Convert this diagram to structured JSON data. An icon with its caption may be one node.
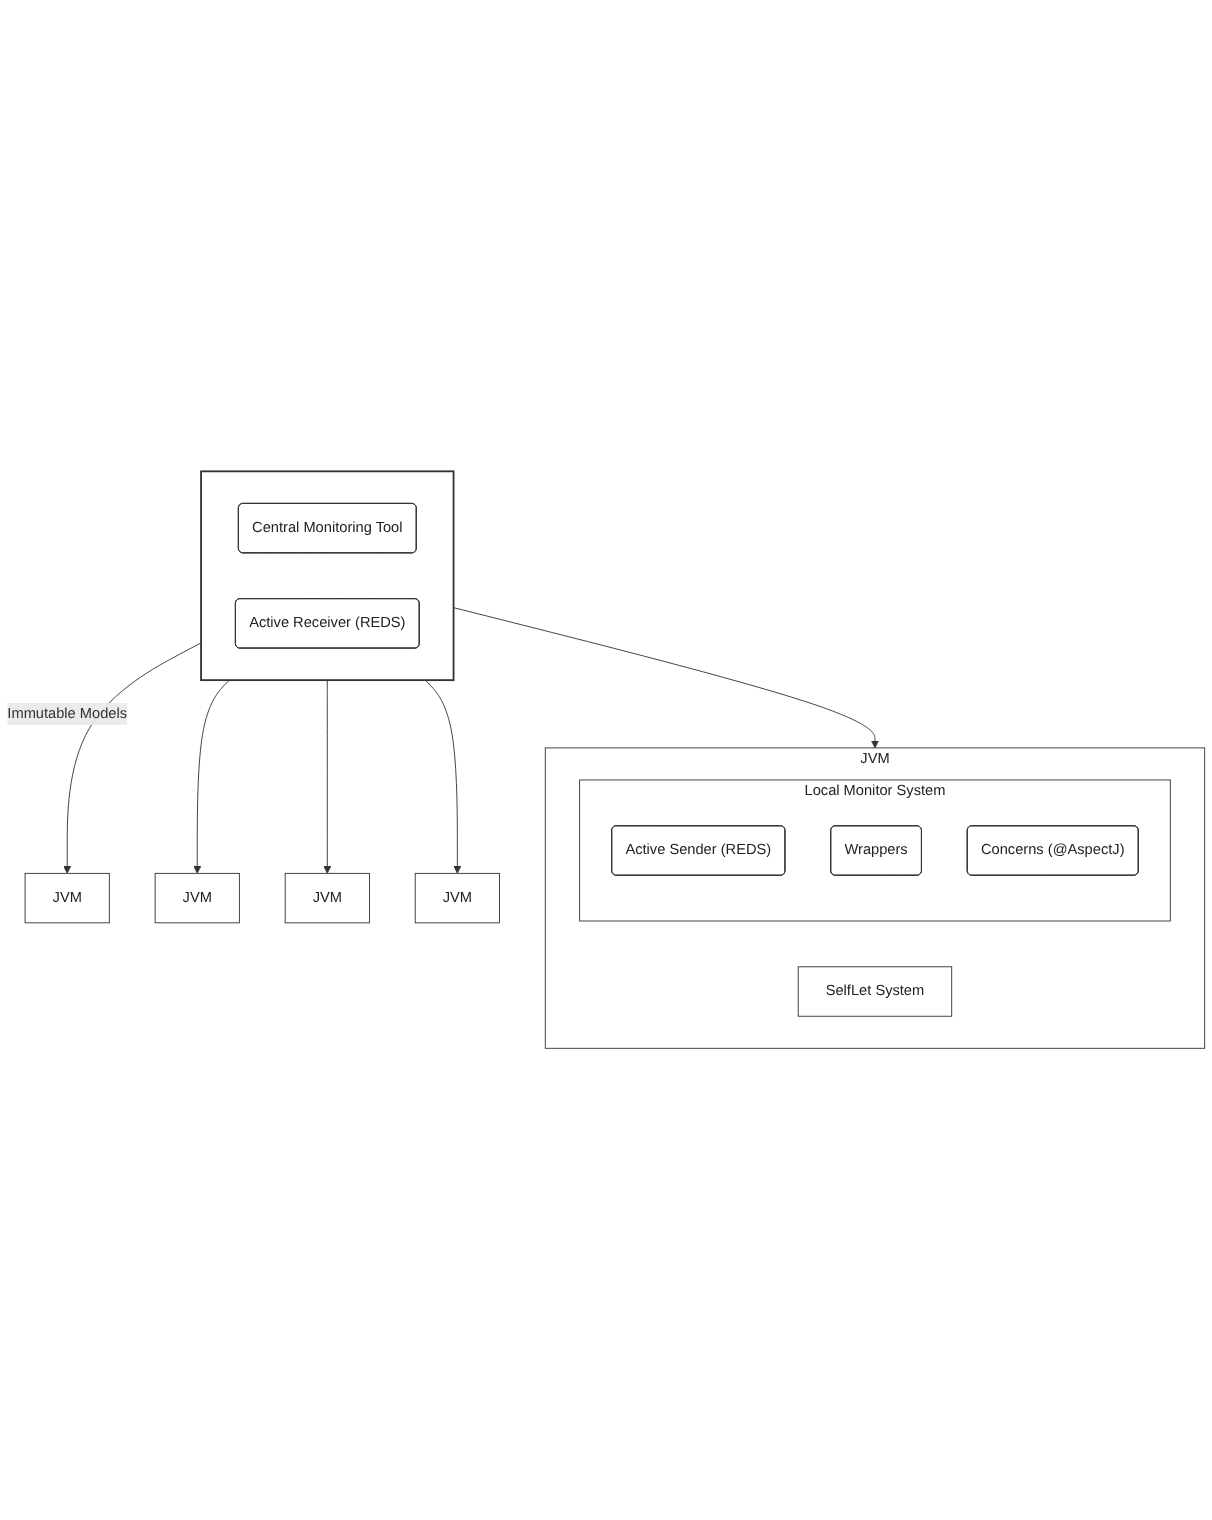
{
  "diagram": {
    "nodes": [
      {
        "text": [],
        "shape": "box"
      },
      {
        "text": [
          "Central Monitoring Tool"
        ],
        "in": 0
      },
      {
        "text": [
          "Active Receiver (REDS)"
        ],
        "in": 0
      },
      {
        "text": [
          "JVM"
        ]
      },
      {
        "text": [
          "JVM"
        ]
      },
      {
        "text": [
          "JVM"
        ]
      },
      {
        "text": [
          "JVM"
        ]
      },
      {
        "text": [
          "JVM"
        ]
      },
      {
        "text": [
          "Local Monitor System"
        ],
        "in": 7
      },
      {
        "text": [
          "Active Sender (REDS)"
        ],
        "in": 8
      },
      {
        "text": [
          "Wrappers"
        ],
        "in": 8
      },
      {
        "text": [
          "Concerns (@AspectJ)"
        ],
        "in": 8
      },
      {
        "text": [
          "SelfLet System"
        ],
        "in": 7
      }
    ],
    "edges": [
      {
        "from": 0,
        "to": 3,
        "arrow": "to",
        "label": "Immutable Models"
      },
      {
        "from": 0,
        "to": 4,
        "arrow": "to"
      },
      {
        "from": 0,
        "to": 5,
        "arrow": "to"
      },
      {
        "from": 0,
        "to": 6,
        "arrow": "to"
      },
      {
        "from": 0,
        "to": 7,
        "arrow": "to"
      }
    ]
  }
}
